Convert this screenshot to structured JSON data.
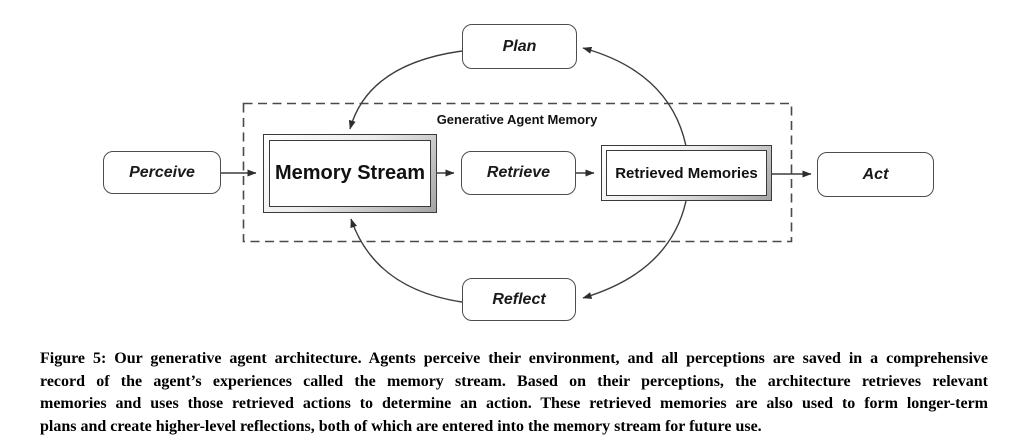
{
  "diagram": {
    "group_label": "Generative Agent Memory",
    "nodes": {
      "perceive": "Perceive",
      "plan": "Plan",
      "memory_stream": "Memory Stream",
      "retrieve": "Retrieve",
      "retrieved_memories": "Retrieved Memories",
      "act": "Act",
      "reflect": "Reflect"
    },
    "edges": [
      {
        "from": "Perceive",
        "to": "Memory Stream"
      },
      {
        "from": "Memory Stream",
        "to": "Retrieve"
      },
      {
        "from": "Retrieve",
        "to": "Retrieved Memories"
      },
      {
        "from": "Retrieved Memories",
        "to": "Act"
      },
      {
        "from": "Retrieved Memories",
        "to": "Plan"
      },
      {
        "from": "Plan",
        "to": "Memory Stream"
      },
      {
        "from": "Retrieved Memories",
        "to": "Reflect"
      },
      {
        "from": "Reflect",
        "to": "Memory Stream"
      }
    ]
  },
  "caption": {
    "lines": [
      "Figure 5: Our generative agent architecture. Agents perceive their environment, and all perceptions are saved in a comprehensive",
      "record of the agent’s experiences called the memory stream. Based on their perceptions, the architecture retrieves relevant",
      "memories and uses those retrieved actions to determine an action. These retrieved memories are also used to form longer-term",
      "plans and create higher-level reflections, both of which are entered into the memory stream for future use."
    ]
  },
  "colors": {
    "line": "#3d3d3d",
    "dashed_border": "#4a4a4a",
    "node_border": "#4d4d4d",
    "bevel_dark": "#a4a4a4",
    "text": "#111111",
    "background": "#ffffff"
  }
}
